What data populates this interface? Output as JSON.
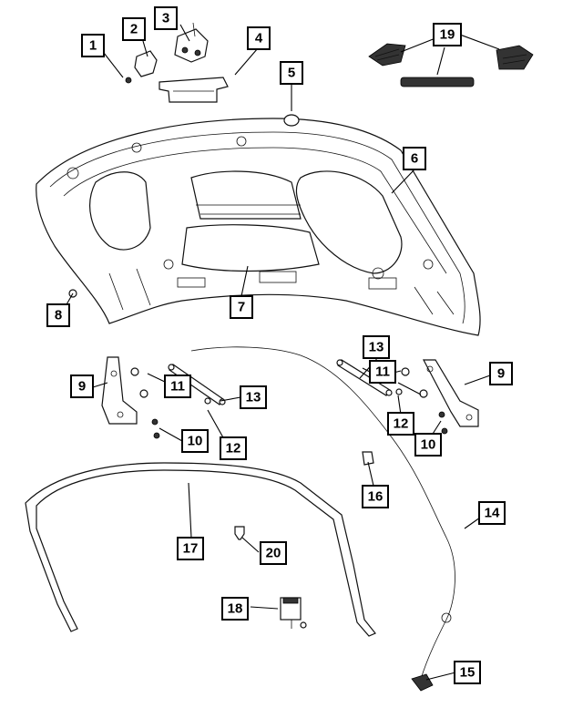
{
  "diagram": {
    "callouts": [
      {
        "id": "c1",
        "label": "1"
      },
      {
        "id": "c2",
        "label": "2"
      },
      {
        "id": "c3",
        "label": "3"
      },
      {
        "id": "c4",
        "label": "4"
      },
      {
        "id": "c5",
        "label": "5"
      },
      {
        "id": "c6",
        "label": "6"
      },
      {
        "id": "c7",
        "label": "7"
      },
      {
        "id": "c8",
        "label": "8"
      },
      {
        "id": "c9a",
        "label": "9"
      },
      {
        "id": "c9b",
        "label": "9"
      },
      {
        "id": "c10a",
        "label": "10"
      },
      {
        "id": "c10b",
        "label": "10"
      },
      {
        "id": "c11a",
        "label": "11"
      },
      {
        "id": "c11b",
        "label": "11"
      },
      {
        "id": "c12a",
        "label": "12"
      },
      {
        "id": "c12b",
        "label": "12"
      },
      {
        "id": "c13a",
        "label": "13"
      },
      {
        "id": "c13b",
        "label": "13"
      },
      {
        "id": "c14",
        "label": "14"
      },
      {
        "id": "c15",
        "label": "15"
      },
      {
        "id": "c16",
        "label": "16"
      },
      {
        "id": "c17",
        "label": "17"
      },
      {
        "id": "c18",
        "label": "18"
      },
      {
        "id": "c19",
        "label": "19"
      },
      {
        "id": "c20",
        "label": "20"
      }
    ]
  }
}
